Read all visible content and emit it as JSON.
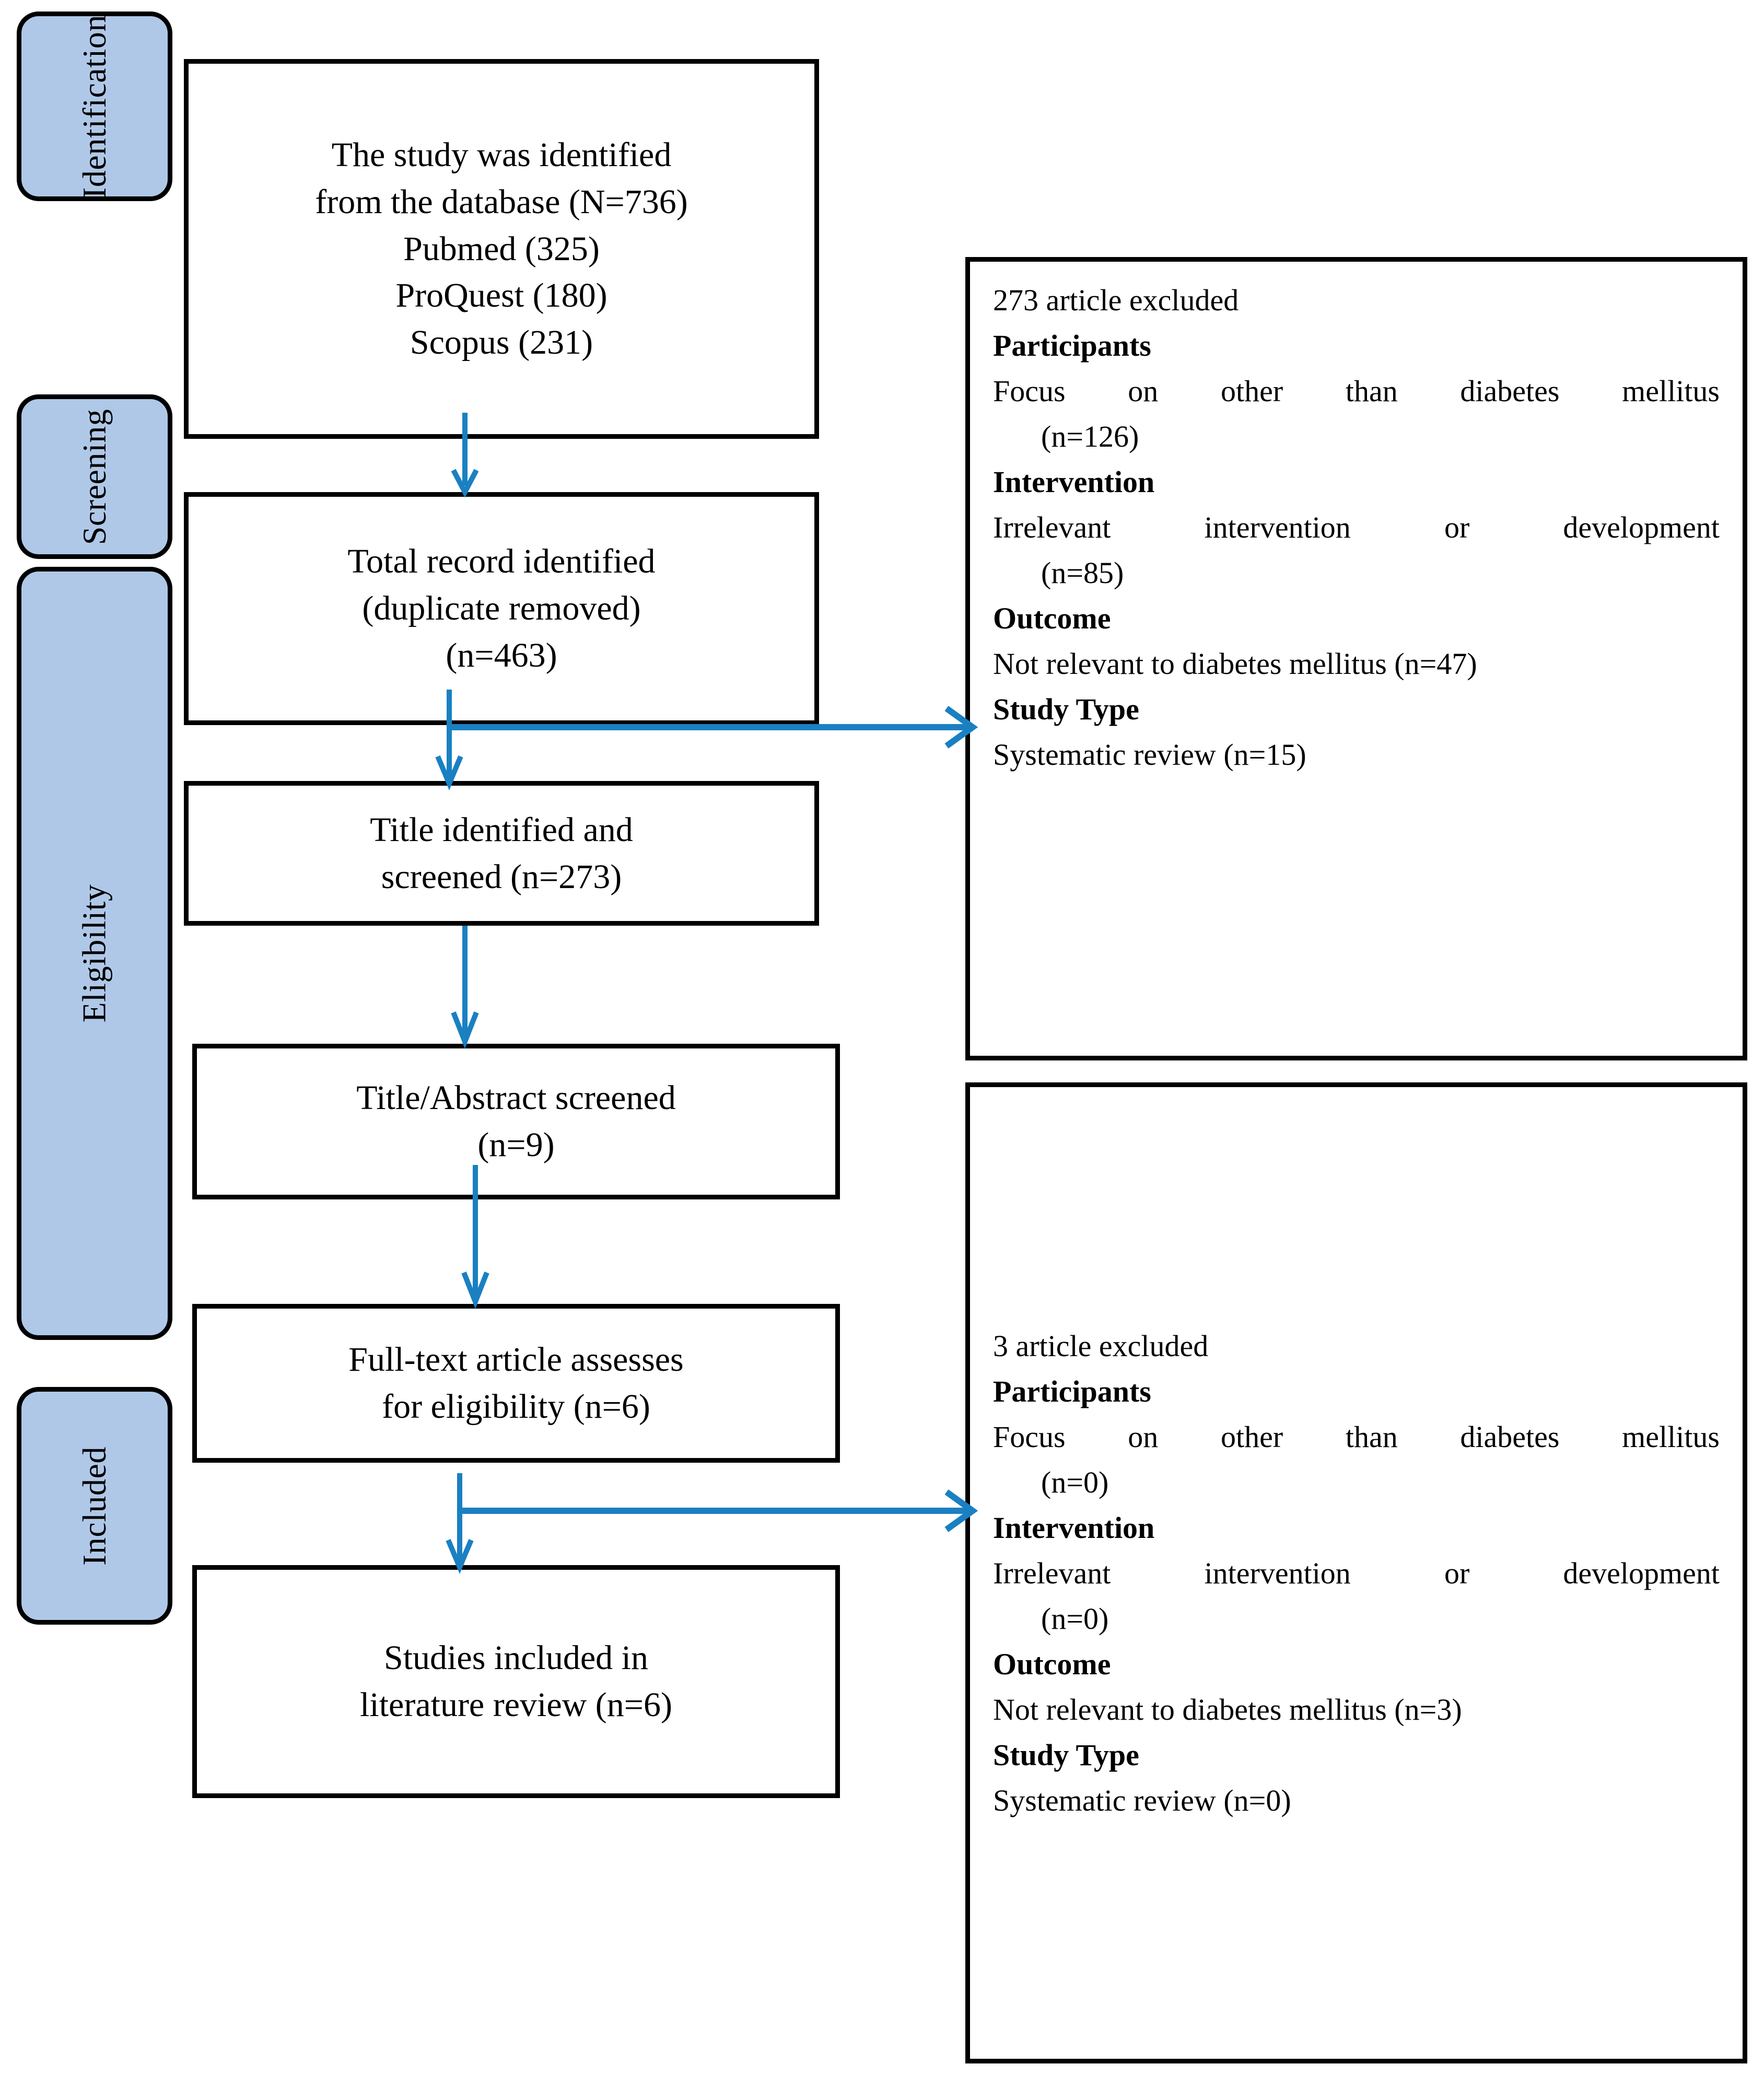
{
  "diagram": {
    "title": "PRISMA flow diagram",
    "accent_blue": "#1a80c2",
    "band_fill": "#b0c8e8",
    "border_color": "#000000"
  },
  "stages": [
    {
      "id": "identification",
      "label": "Identification"
    },
    {
      "id": "screening",
      "label": "Screening"
    },
    {
      "id": "eligibility",
      "label": "Eligibility"
    },
    {
      "id": "included",
      "label": "Included"
    }
  ],
  "flow_boxes": [
    {
      "id": "records-identified",
      "lines": [
        "The study was identified",
        "from the database (N=736)",
        "Pubmed (325)",
        "ProQuest (180)",
        "Scopus (231)"
      ]
    },
    {
      "id": "duplicates-removed",
      "lines": [
        "Total record identified",
        "(duplicate removed)",
        "(n=463)"
      ]
    },
    {
      "id": "title-screened",
      "lines": [
        "Title identified and",
        "screened (n=273)"
      ]
    },
    {
      "id": "title-abstract-screened",
      "lines": [
        "Title/Abstract screened",
        "(n=9)"
      ]
    },
    {
      "id": "full-text-assessed",
      "lines": [
        "Full-text article assesses",
        "for eligibility (n=6)"
      ]
    },
    {
      "id": "studies-included",
      "lines": [
        "Studies included in",
        "literature review (n=6)"
      ]
    }
  ],
  "exclusion_boxes": [
    {
      "id": "exclusion-screening",
      "summary": "273 article excluded",
      "criteria": [
        {
          "heading": "Participants",
          "reason": "Focus on other than diabetes mellitus",
          "count": "(n=126)"
        },
        {
          "heading": "Intervention",
          "reason": "Irrelevant intervention or development",
          "count": "(n=85)"
        },
        {
          "heading": "Outcome",
          "reason": "Not relevant to diabetes mellitus (n=47)",
          "count": ""
        },
        {
          "heading": "Study Type",
          "reason": "Systematic review (n=15)",
          "count": ""
        }
      ]
    },
    {
      "id": "exclusion-eligibility",
      "summary": "3 article excluded",
      "criteria": [
        {
          "heading": "Participants",
          "reason": "Focus on other than diabetes mellitus",
          "count": "(n=0)"
        },
        {
          "heading": "Intervention",
          "reason": "Irrelevant intervention or development",
          "count": "(n=0)"
        },
        {
          "heading": "Outcome",
          "reason": "Not relevant to diabetes mellitus (n=3)",
          "count": ""
        },
        {
          "heading": "Study Type",
          "reason": "Systematic review (n=0)",
          "count": ""
        }
      ]
    }
  ]
}
